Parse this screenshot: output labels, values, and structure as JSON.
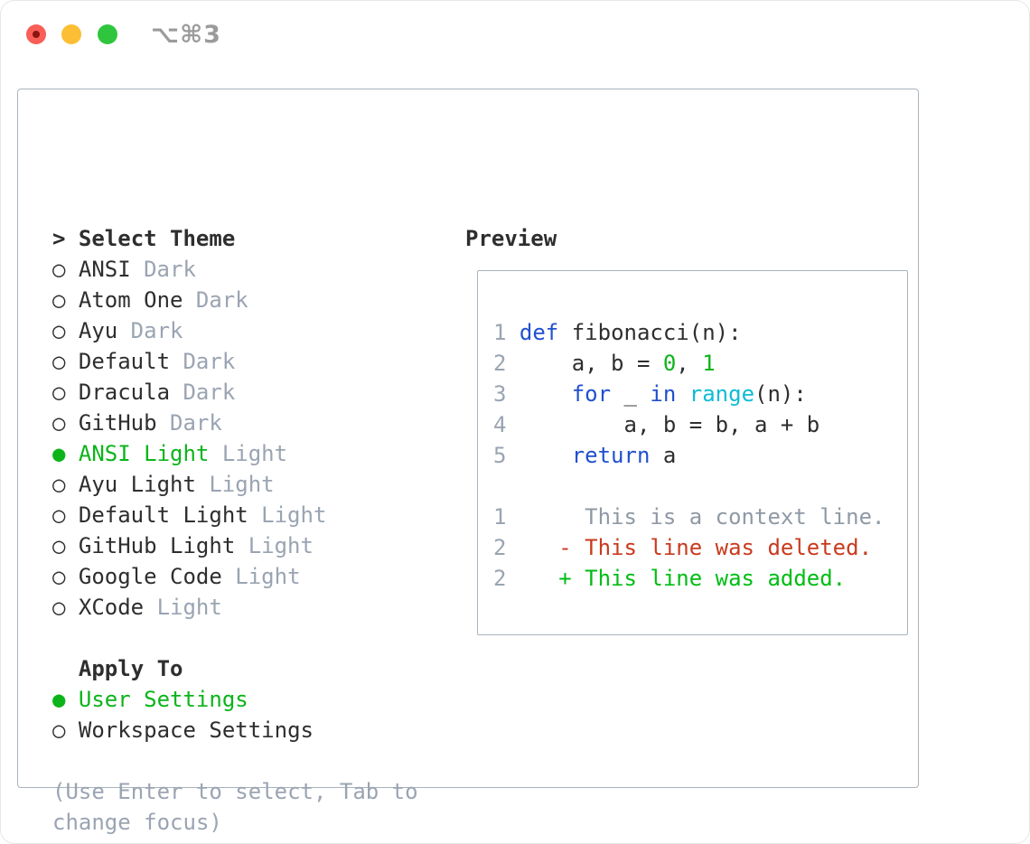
{
  "window": {
    "title": "⌥⌘3",
    "traffic_lights": [
      "close",
      "minimize",
      "zoom"
    ]
  },
  "colors": {
    "text": "#2e2e2e",
    "muted": "#9aa4b2",
    "selected": "#0cb41a",
    "keyword": "#2150cf",
    "function": "#0fbcd4",
    "literal": "#0cb41a",
    "deleted": "#c93a1e",
    "added": "#00bd13",
    "context": "#8f99a5",
    "lineNumber": "#9aa4b2",
    "border": "#a9b3bd",
    "titleGray": "#9b9b9b",
    "trafficRed": "#f95f57",
    "trafficRedDot": "#8c1410",
    "trafficYellow": "#fcbe34",
    "trafficGreen": "#2fc63e"
  },
  "theme_picker": {
    "prompt": ">",
    "header": "Select Theme",
    "radio_unselected": "○",
    "radio_selected": "●",
    "items": [
      {
        "name": "ANSI",
        "variant": "Dark",
        "selected": false
      },
      {
        "name": "Atom One",
        "variant": "Dark",
        "selected": false
      },
      {
        "name": "Ayu",
        "variant": "Dark",
        "selected": false
      },
      {
        "name": "Default",
        "variant": "Dark",
        "selected": false
      },
      {
        "name": "Dracula",
        "variant": "Dark",
        "selected": false
      },
      {
        "name": "GitHub",
        "variant": "Dark",
        "selected": false
      },
      {
        "name": "ANSI Light",
        "variant": "Light",
        "selected": true
      },
      {
        "name": "Ayu Light",
        "variant": "Light",
        "selected": false
      },
      {
        "name": "Default Light",
        "variant": "Light",
        "selected": false
      },
      {
        "name": "GitHub Light",
        "variant": "Light",
        "selected": false
      },
      {
        "name": "Google Code",
        "variant": "Light",
        "selected": false
      },
      {
        "name": "XCode",
        "variant": "Light",
        "selected": false
      }
    ],
    "apply_to": {
      "heading": "Apply To",
      "options": [
        {
          "label": "User Settings",
          "selected": true
        },
        {
          "label": "Workspace Settings",
          "selected": false
        }
      ]
    },
    "hint_line1": "(Use Enter to select, Tab to",
    "hint_line2": "change focus)"
  },
  "preview": {
    "label": "Preview",
    "lines": [
      {
        "segments": [
          [
            "num",
            "1 "
          ],
          [
            "kw",
            "def"
          ],
          [
            "plain",
            " fibonacci(n):"
          ]
        ]
      },
      {
        "segments": [
          [
            "num",
            "2"
          ],
          [
            "plain",
            "     a, b = "
          ],
          [
            "lit",
            "0"
          ],
          [
            "plain",
            ", "
          ],
          [
            "lit",
            "1"
          ]
        ]
      },
      {
        "segments": [
          [
            "num",
            "3"
          ],
          [
            "plain",
            "     "
          ],
          [
            "kw",
            "for"
          ],
          [
            "plain",
            " _ "
          ],
          [
            "kw",
            "in"
          ],
          [
            "plain",
            " "
          ],
          [
            "fn",
            "range"
          ],
          [
            "plain",
            "(n):"
          ]
        ]
      },
      {
        "segments": [
          [
            "num",
            "4"
          ],
          [
            "plain",
            "         a, b = b, a + b"
          ]
        ]
      },
      {
        "segments": [
          [
            "num",
            "5"
          ],
          [
            "plain",
            "     "
          ],
          [
            "kw",
            "return"
          ],
          [
            "plain",
            " a"
          ]
        ]
      },
      {
        "segments": []
      },
      {
        "segments": [
          [
            "num",
            "1"
          ],
          [
            "ctx",
            "      This is a context line."
          ]
        ]
      },
      {
        "segments": [
          [
            "num",
            "2"
          ],
          [
            "plain",
            "    "
          ],
          [
            "del",
            "- This line was deleted."
          ]
        ]
      },
      {
        "segments": [
          [
            "num",
            "2"
          ],
          [
            "plain",
            "    "
          ],
          [
            "add",
            "+ This line was added."
          ]
        ]
      }
    ]
  }
}
